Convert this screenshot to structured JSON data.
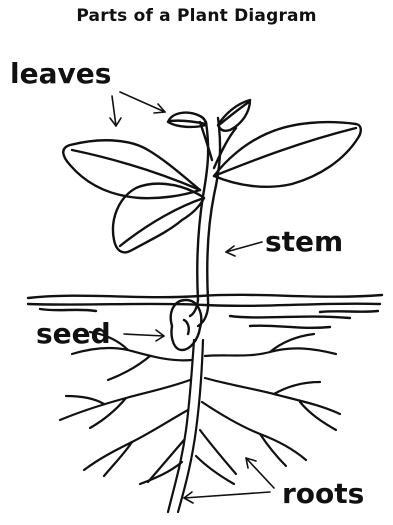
{
  "title": "Parts of a Plant Diagram",
  "labels": {
    "leaves": "leaves",
    "stem": "stem",
    "seed": "seed",
    "roots": "roots"
  },
  "colors": {
    "ink": "#111111",
    "background": "#ffffff"
  }
}
